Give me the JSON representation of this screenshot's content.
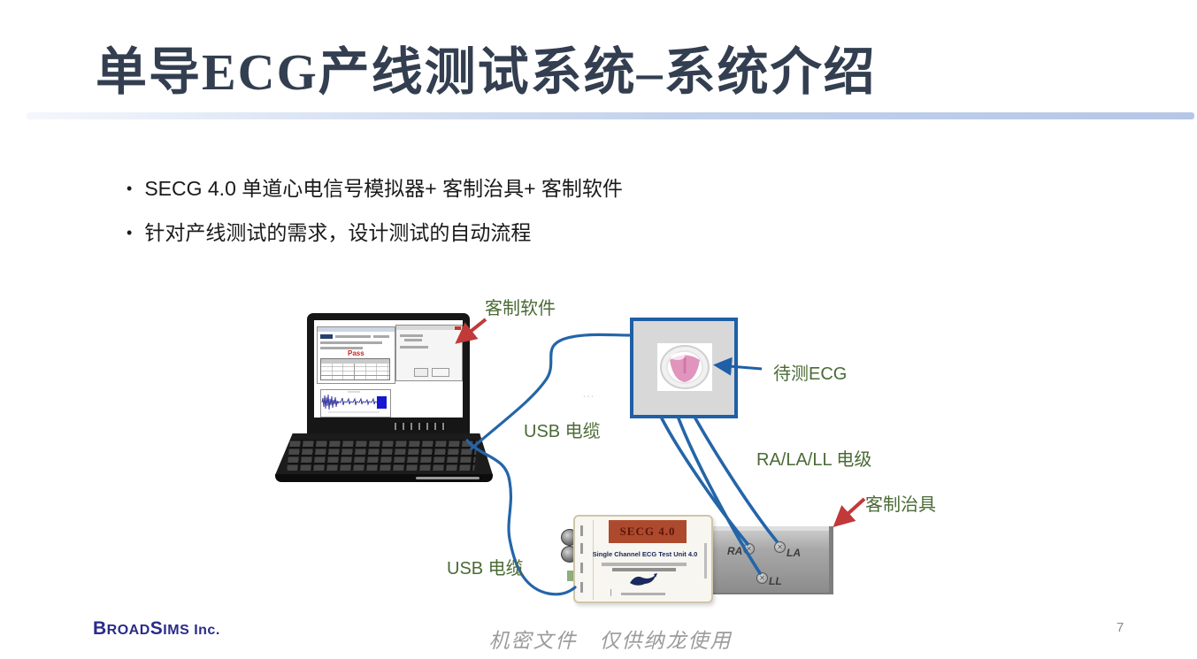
{
  "slide": {
    "title": "单导ECG产线测试系统–系统介绍",
    "bullet_marker": "•",
    "bullets": [
      "SECG 4.0 单道心电信号模拟器+ 客制治具+ 客制软件",
      "针对产线测试的需求，设计测试的自动流程"
    ],
    "footer": {
      "brand": {
        "b": "B",
        "road": "ROAD",
        "s": "S",
        "ims": "IMS",
        "inc": " Inc."
      },
      "watermark": "机密文件　仅供纳龙使用",
      "page_number": "7"
    }
  },
  "diagram": {
    "labels": {
      "software": "客制软件",
      "dut": "待测ECG",
      "usb_top": "USB 电缆",
      "usb_bottom": "USB 电缆",
      "electrodes": "RA/LA/LL 电级",
      "fixture": "客制治具"
    },
    "laptop_screen": {
      "pass": "Pass"
    },
    "secg_device": {
      "banner": "SECG 4.0",
      "subtitle": "Single Channel ECG Test Unit 4.0"
    },
    "fixture": {
      "terminals": [
        "RA",
        "LA",
        "LL"
      ]
    },
    "ellipsis": "…",
    "colors": {
      "title_navy": "#333F50",
      "label_green": "#4A6B35",
      "cable_blue": "#2465A8",
      "box_border_blue": "#1F5FA6",
      "arrow_red": "#C13939",
      "banner_red": "#AD4A2D",
      "brand_navy": "#2B2B8A"
    }
  }
}
